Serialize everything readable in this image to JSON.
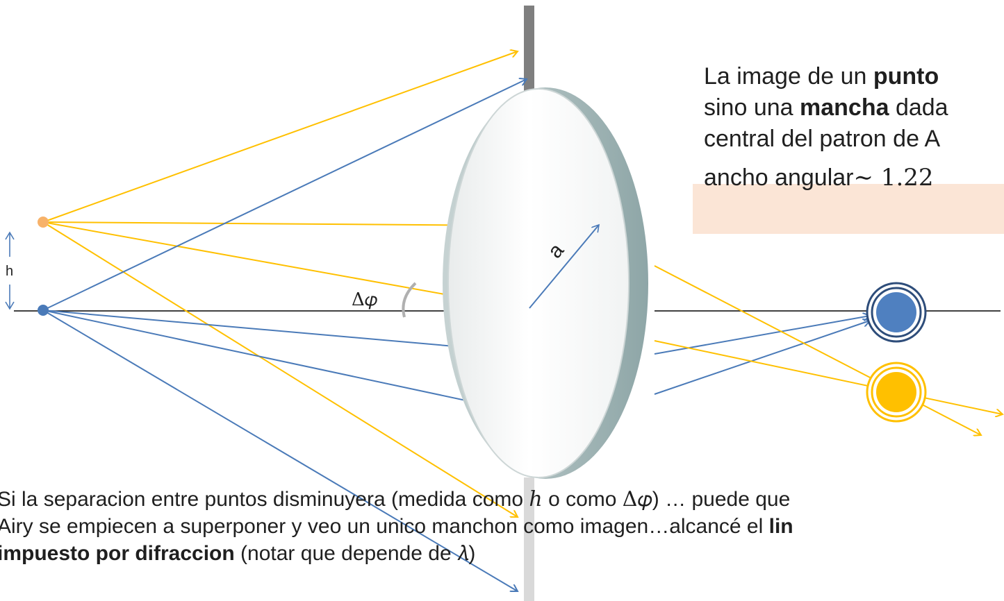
{
  "diagram": {
    "labels": {
      "h": "h",
      "delta_phi": "Δ𝜑",
      "a": "a"
    },
    "colors": {
      "yellow_ray": "#ffc000",
      "blue_ray": "#4a7ab8",
      "axis": "#000000",
      "lens_edge": "#9cb2b3",
      "stop": "#7f7f7f",
      "box_bg": "#fbe5d6"
    }
  },
  "infobox": {
    "line1_pre": "La image de un ",
    "line1_bold": "punto",
    "line2_pre": "sino una ",
    "line2_bold": "mancha",
    "line2_post": " dada",
    "line3": "central del patron de A",
    "line4_pre": "ancho angular",
    "line4_math": "∼ 1.22"
  },
  "caption": {
    "line1_pre": "Si la separacion entre puntos disminuyera (medida como ",
    "line1_h": "h",
    "line1_mid": " o como ",
    "line1_phi": "Δ𝜑",
    "line1_post": ") … puede que",
    "line2_pre": "Airy se empiecen a superponer y veo un unico manchon como imagen…alcancé el ",
    "line2_bold": "lin",
    "line3_bold": "impuesto por difraccion",
    "line3_mid": " (notar que depende de ",
    "line3_lambda": "𝜆",
    "line3_post": ")"
  }
}
